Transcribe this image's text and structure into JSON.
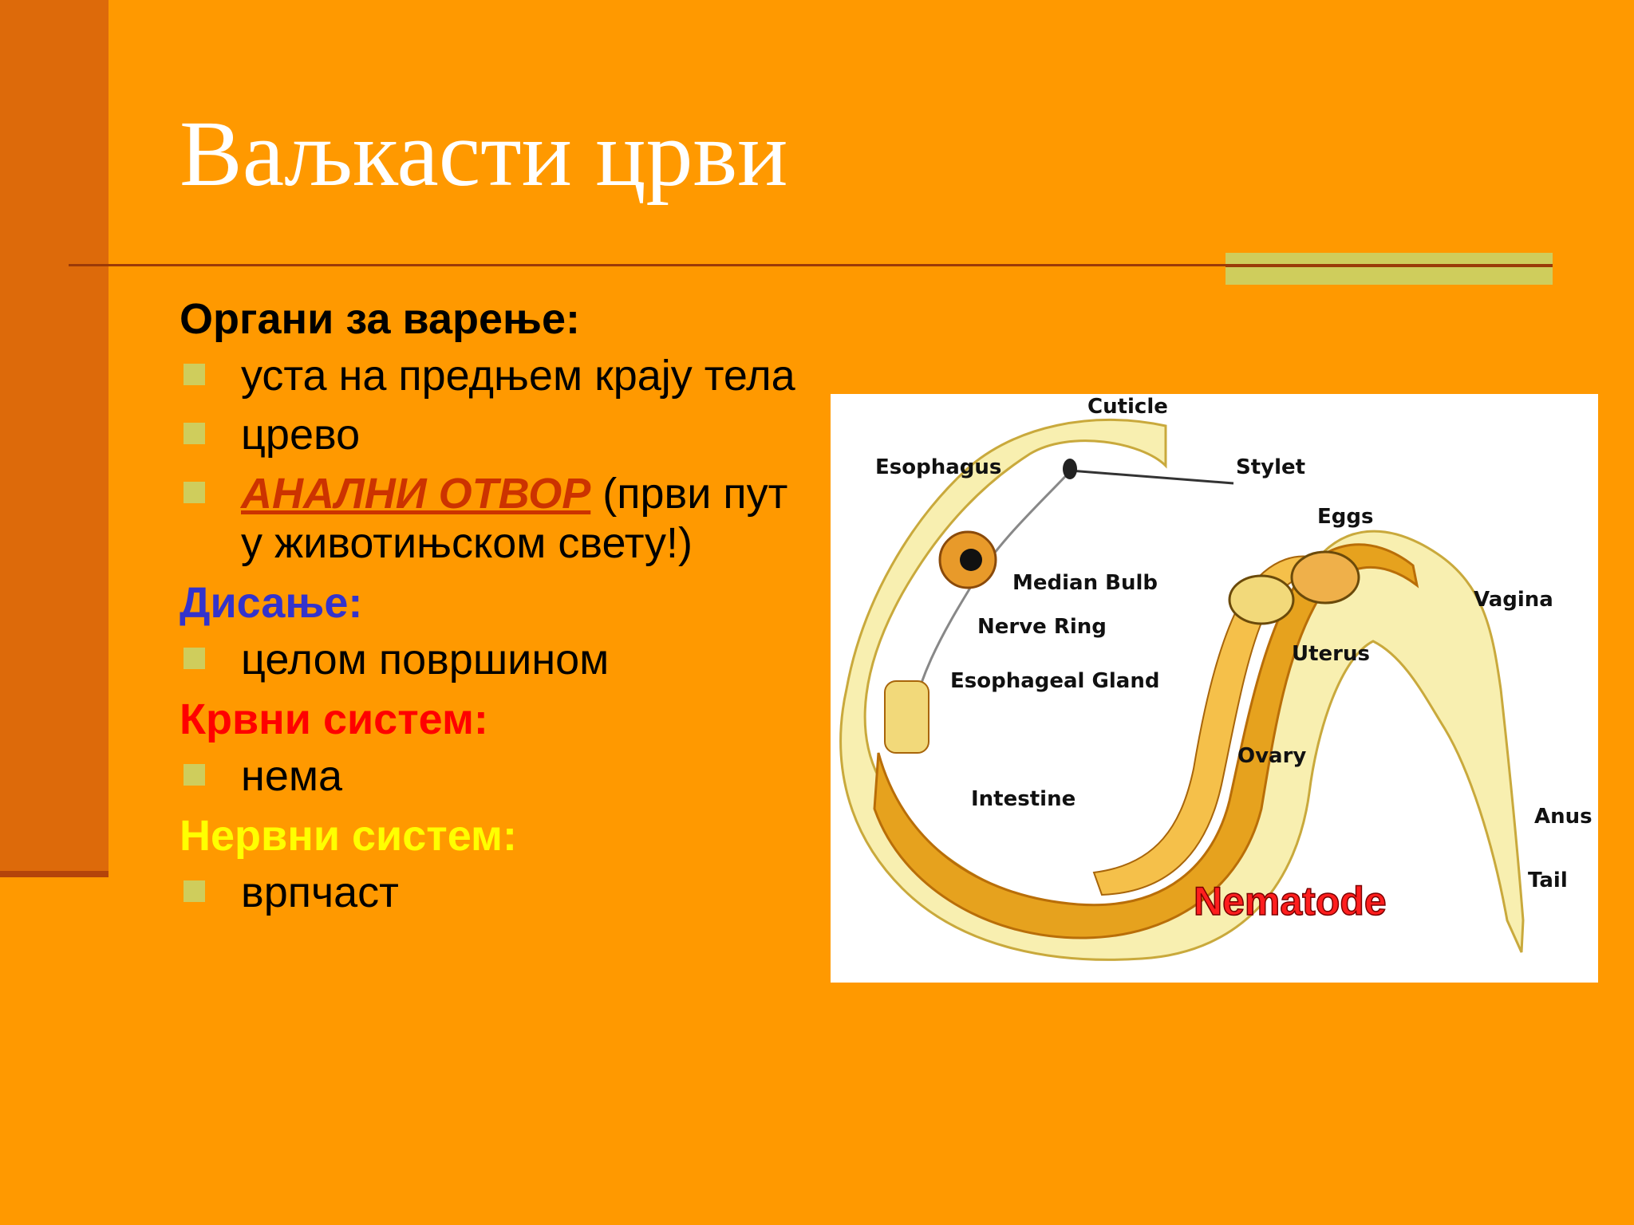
{
  "slide": {
    "title": "Ваљкасти црви"
  },
  "sections": [
    {
      "heading": "Органи за варење:",
      "items": [
        "уста на предњем крају тела",
        "црево"
      ],
      "highlight": {
        "emphasis": "АНАЛНИ ОТВОР",
        "rest": " (први пут у животињском свету!)"
      }
    },
    {
      "heading": "Дисање:",
      "items": [
        "целом површином"
      ]
    },
    {
      "heading": "Крвни систем:",
      "items": [
        "нема"
      ]
    },
    {
      "heading": "Нервни систем:",
      "items": [
        "врпчаст"
      ]
    }
  ],
  "figure": {
    "title": "Nematode",
    "labels": {
      "cuticle": "Cuticle",
      "esophagus": "Esophagus",
      "stylet": "Stylet",
      "eggs": "Eggs",
      "median_bulb": "Median Bulb",
      "vagina": "Vagina",
      "nerve_ring": "Nerve Ring",
      "uterus": "Uterus",
      "esophageal_gland": "Esophageal Gland",
      "ovary": "Ovary",
      "intestine": "Intestine",
      "anus": "Anus",
      "tail": "Tail"
    }
  },
  "colors": {
    "background": "#FF9900",
    "sidebar": "#DD6A0A",
    "bullet": "#CFCD5C",
    "heading_breathing": "#3333CC",
    "heading_blood": "#FF0000",
    "heading_nerve": "#FFFF00",
    "highlight": "#CC3300"
  }
}
